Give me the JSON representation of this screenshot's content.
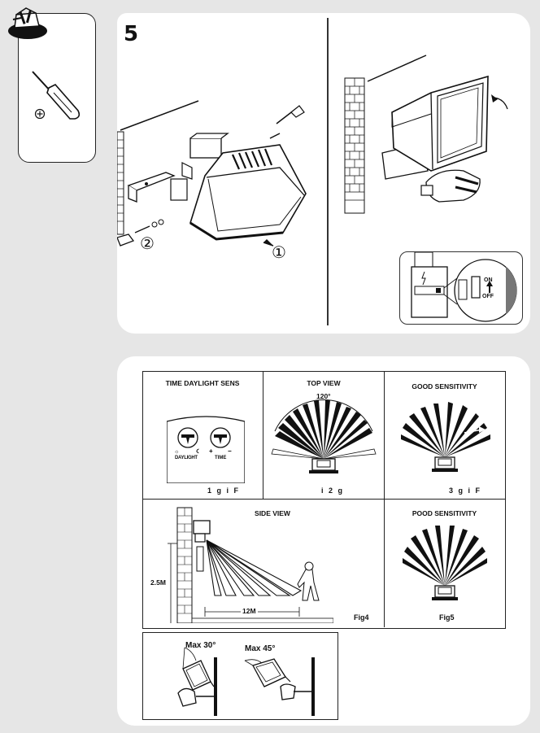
{
  "step": {
    "number": "5"
  },
  "install": {
    "callout_1": "①",
    "callout_2": "②",
    "switch_on": "ON",
    "switch_off": "OFF"
  },
  "grid": {
    "time_daylight": {
      "title": "TIME DAYLIGHT SENS",
      "label_daylight": "DAYLIGHT",
      "label_time": "TIME",
      "fig": "1 g i F"
    },
    "top_view": {
      "title": "TOP VIEW",
      "angle": "120°",
      "fig": "i 2 g"
    },
    "good_sensitivity": {
      "title": "GOOD SENSITIVITY",
      "fig": "3 g i F"
    },
    "side_view": {
      "title": "SIDE VIEW",
      "height": "2.5M",
      "distance": "12M",
      "fig": "Fig4"
    },
    "pood_sensitivity": {
      "title": "POOD SENSITIVITY",
      "fig": "Fig5"
    }
  },
  "tilt": {
    "max_30": "Max 30°",
    "max_45": "Max 45°"
  }
}
